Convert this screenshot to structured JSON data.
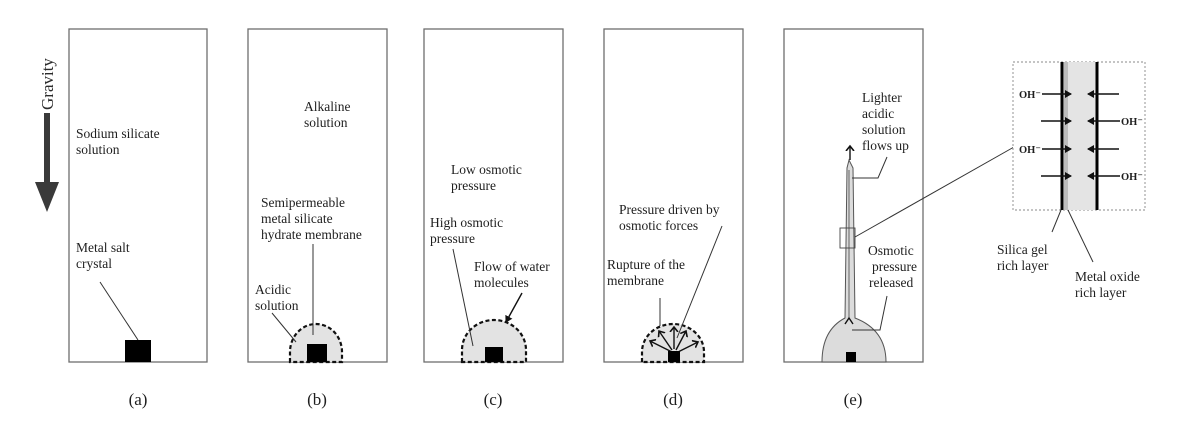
{
  "figure": {
    "gravity": {
      "label": "Gravity",
      "icon": "down-arrow-icon",
      "color": "#3a3a3a"
    },
    "panels": [
      {
        "id": "a",
        "caption": "(a)",
        "labels": {
          "solution": [
            "Sodium silicate",
            "solution"
          ],
          "crystal": [
            "Metal salt",
            "crystal"
          ]
        }
      },
      {
        "id": "b",
        "caption": "(b)",
        "labels": {
          "solution": [
            "Alkaline",
            "solution"
          ],
          "membrane": [
            "Semipermeable",
            "metal silicate",
            "hydrate membrane"
          ],
          "acidic": [
            "Acidic",
            "solution"
          ]
        }
      },
      {
        "id": "c",
        "caption": "(c)",
        "labels": {
          "low": [
            "Low osmotic",
            "pressure"
          ],
          "high": [
            "High osmotic",
            "pressure"
          ],
          "flow": [
            "Flow of water",
            "molecules"
          ]
        }
      },
      {
        "id": "d",
        "caption": "(d)",
        "labels": {
          "pressure": [
            "Pressure driven by",
            "osmotic forces"
          ],
          "rupture": [
            "Rupture of the",
            "membrane"
          ]
        }
      },
      {
        "id": "e",
        "caption": "(e)",
        "labels": {
          "flow": [
            "Lighter",
            "acidic",
            "solution",
            "flows up"
          ],
          "released": [
            "Osmotic",
            "pressure",
            "released"
          ]
        }
      }
    ],
    "inset": {
      "ions": [
        "OH⁻",
        "OH⁻",
        "OH⁻",
        "OH⁻"
      ],
      "silica_label": [
        "Silica gel",
        "rich layer"
      ],
      "oxide_label": [
        "Metal oxide",
        "rich layer"
      ]
    },
    "colors": {
      "fill_gray": "#e3e3e3",
      "line": "#111111",
      "box": "#6e6e6e"
    }
  }
}
